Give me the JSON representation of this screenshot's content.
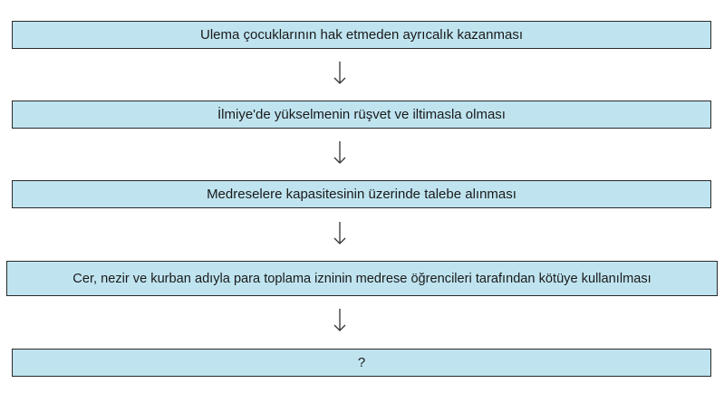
{
  "theme": {
    "box_fill": "#bfe4f0",
    "box_border": "#2a2a2a",
    "arrow_color": "#333333"
  },
  "flowchart": {
    "steps": [
      {
        "text": "Ulema çocuklarının hak etmeden ayrıcalık kazanması"
      },
      {
        "text": "İlmiye'de yükselmenin rüşvet ve iltimasla olması"
      },
      {
        "text": "Medreselere kapasitesinin üzerinde talebe alınması"
      },
      {
        "text": "Cer, nezir ve kurban adıyla para toplama izninin medrese öğrencileri tarafından kötüye kullanılması"
      },
      {
        "text": "?"
      }
    ],
    "arrow_icon": "down-arrow-icon"
  }
}
